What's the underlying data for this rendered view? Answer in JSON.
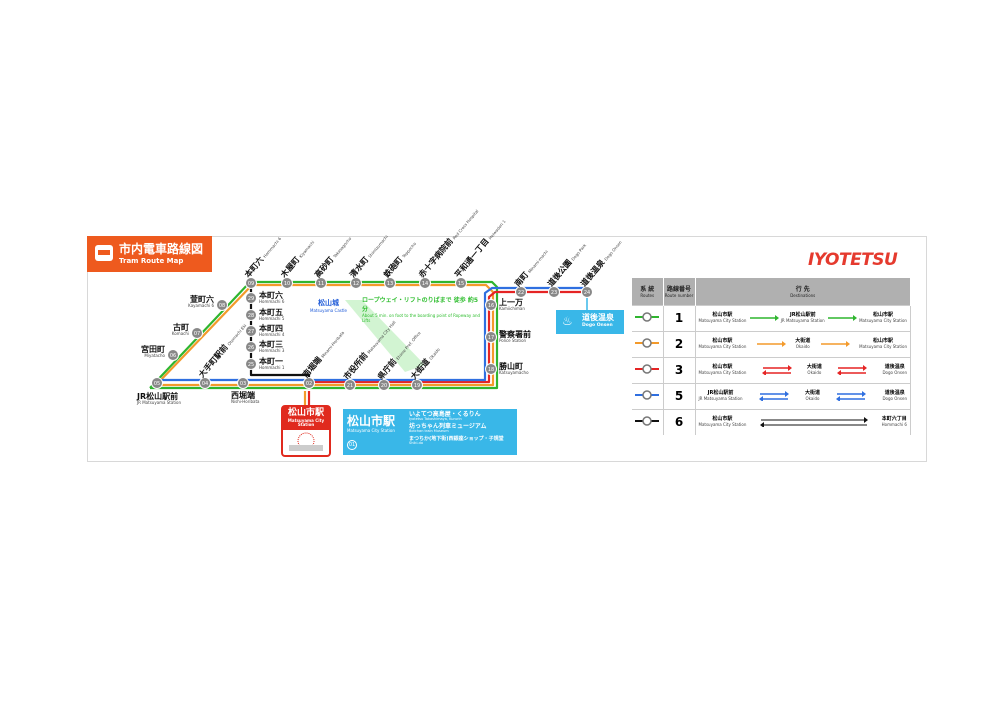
{
  "header": {
    "title_jp": "市内電車路線図",
    "title_en": "Tram Route Map",
    "logo": "IYOTETSU"
  },
  "colors": {
    "route1": "#2fb52f",
    "route2": "#f39a2b",
    "route3": "#e52424",
    "route5": "#2f6fe0",
    "route6": "#111111",
    "brand": "#ee5a1e",
    "info": "#39b7e8"
  },
  "stations": [
    {
      "id": "jr",
      "jp": "JR松山駅前",
      "en": "JR Matsuyama Station",
      "no": "05"
    },
    {
      "id": "otemachi",
      "jp": "大手町駅前",
      "en": "Otemachi Eki",
      "no": "04"
    },
    {
      "id": "nishihoribata",
      "jp": "西堀端",
      "en": "Nishi-Horibata",
      "no": "03"
    },
    {
      "id": "minamihoribata",
      "jp": "南堀端",
      "en": "Minami-Horibata",
      "no": "02"
    },
    {
      "id": "shiyakusho",
      "jp": "市役所前",
      "en": "Matsuyama City Hall",
      "no": "21"
    },
    {
      "id": "kencho",
      "jp": "県庁前",
      "en": "Ehime Pref. Office",
      "no": "20"
    },
    {
      "id": "okaido",
      "jp": "大街道",
      "en": "Okaido",
      "no": "19"
    },
    {
      "id": "katsuyama",
      "jp": "勝山町",
      "en": "Katsuyamacho",
      "no": "18"
    },
    {
      "id": "police",
      "jp": "警察署前",
      "en": "Police Station",
      "no": "17"
    },
    {
      "id": "kamiichiman",
      "jp": "上一万",
      "en": "Kamiichiman",
      "no": "16"
    },
    {
      "id": "minamimachi",
      "jp": "南町",
      "en": "Minami-machi",
      "no": "22"
    },
    {
      "id": "dogopark",
      "jp": "道後公園",
      "en": "Dogo Park",
      "no": "23"
    },
    {
      "id": "dogoonsen",
      "jp": "道後温泉",
      "en": "Dogo Onsen",
      "no": "24"
    },
    {
      "id": "heiwadori",
      "jp": "平和通一丁目",
      "en": "Heiwadori 1",
      "no": "15"
    },
    {
      "id": "redcross",
      "jp": "赤十字病院前",
      "en": "Red Cross Hospital",
      "no": "14"
    },
    {
      "id": "teppo",
      "jp": "鉄砲町",
      "en": "Teppocho",
      "no": "13"
    },
    {
      "id": "shimizu",
      "jp": "清水町",
      "en": "Shimizumachi",
      "no": "12"
    },
    {
      "id": "takasago",
      "jp": "高砂町",
      "en": "Takasagocho",
      "no": "11"
    },
    {
      "id": "kiya",
      "jp": "木屋町",
      "en": "Kiyamachi",
      "no": "10"
    },
    {
      "id": "hommachi6top",
      "jp": "本町六",
      "en": "Hommachi 6",
      "no": "09"
    },
    {
      "id": "kayamachi",
      "jp": "萱町六",
      "en": "Kayamachi 6",
      "no": "08"
    },
    {
      "id": "komachi",
      "jp": "古町",
      "en": "Komachi",
      "no": "07"
    },
    {
      "id": "miyata",
      "jp": "宮田町",
      "en": "Miyatacho",
      "no": "06"
    },
    {
      "id": "h6",
      "jp": "本町六",
      "en": "Hommachi 6",
      "no": "29"
    },
    {
      "id": "h5",
      "jp": "本町五",
      "en": "Hommachi 5",
      "no": "28"
    },
    {
      "id": "h4",
      "jp": "本町四",
      "en": "Hommachi 4",
      "no": "27"
    },
    {
      "id": "h3",
      "jp": "本町三",
      "en": "Hommachi 3",
      "no": "26"
    },
    {
      "id": "h1",
      "jp": "本町一",
      "en": "Hommachi 1",
      "no": "25"
    }
  ],
  "castle": {
    "jp": "松山城",
    "en": "Matsuyama Castle"
  },
  "ropeway": {
    "jp": "ロープウェイ・リフトのりばまで 徒歩 約5分",
    "en": "About 5 min. on foot to the boarding point of Ropeway and Lifts"
  },
  "matsuyama_station": {
    "jp": "松山市駅",
    "en": "Matsuyama City Station",
    "badge": "01",
    "items": [
      {
        "jp": "いよてつ高島屋・くるりん",
        "en": "Iyotetsu Takashimaya, Kururin"
      },
      {
        "jp": "坊っちゃん列車ミュージアム",
        "en": "Botchan train Museum"
      },
      {
        "jp": "まつちか(地下街)西銀座ショップ・子規堂",
        "en": "Shiki-do"
      }
    ]
  },
  "dogo_box": {
    "jp": "道後温泉",
    "en": "Dogo Onsen",
    "icon": "onsen-icon"
  },
  "legend": {
    "headers": [
      {
        "jp": "系 統",
        "en": "Routes"
      },
      {
        "jp": "路線番号",
        "en": "Route number"
      },
      {
        "jp": "行 先",
        "en": "Destinations"
      }
    ],
    "rows": [
      {
        "route": "1",
        "color": "#2fb52f",
        "bidir": false,
        "stops": [
          {
            "jp": "松山市駅",
            "en": "Matsuyama City Station"
          },
          {
            "jp": "JR松山駅前",
            "en": "JR Matsuyama Station"
          },
          {
            "jp": "松山市駅",
            "en": "Matsuyama City Station"
          }
        ]
      },
      {
        "route": "2",
        "color": "#f39a2b",
        "bidir": false,
        "stops": [
          {
            "jp": "松山市駅",
            "en": "Matsuyama City Station"
          },
          {
            "jp": "大街道",
            "en": "Okaido"
          },
          {
            "jp": "松山市駅",
            "en": "Matsuyama City Station"
          }
        ]
      },
      {
        "route": "3",
        "color": "#e52424",
        "bidir": true,
        "stops": [
          {
            "jp": "松山市駅",
            "en": "Matsuyama City Station"
          },
          {
            "jp": "大街道",
            "en": "Okaido"
          },
          {
            "jp": "道後温泉",
            "en": "Dogo Onsen"
          }
        ]
      },
      {
        "route": "5",
        "color": "#2f6fe0",
        "bidir": true,
        "stops": [
          {
            "jp": "JR松山駅前",
            "en": "JR Matsuyama Station"
          },
          {
            "jp": "大街道",
            "en": "Okaido"
          },
          {
            "jp": "道後温泉",
            "en": "Dogo Onsen"
          }
        ]
      },
      {
        "route": "6",
        "color": "#111111",
        "bidir": true,
        "stops": [
          {
            "jp": "松山市駅",
            "en": "Matsuyama City Station"
          },
          {
            "jp": "本町六丁目",
            "en": "Hommachi 6"
          }
        ]
      }
    ]
  }
}
